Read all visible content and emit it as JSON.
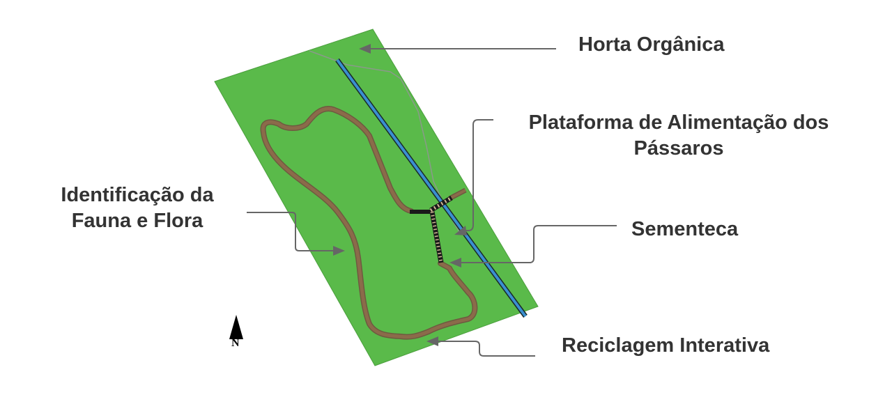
{
  "diagram": {
    "type": "annotated-site-map",
    "colors": {
      "terrain": "#5aba4a",
      "terrain_edge": "#4a9e3c",
      "trail": "#8b6b4a",
      "trail_edge": "#6e5a40",
      "stream": "#3a8fd0",
      "stream_edge": "#1a2a2a",
      "boardwalk": "#1a1a1a",
      "boardwalk_stripe": "#d4b896",
      "fence_line": "#8a9a8a",
      "callout_line": "#666666",
      "label_text": "#333333"
    },
    "labels": {
      "horta": "Horta Orgânica",
      "plataforma_line1": "Plataforma de Alimentação dos",
      "plataforma_line2": "Pássaros",
      "identificacao_line1": "Identificação da",
      "identificacao_line2": "Fauna e Flora",
      "sementeca": "Sementeca",
      "reciclagem": "Reciclagem Interativa"
    },
    "compass": {
      "letter": "N"
    }
  }
}
